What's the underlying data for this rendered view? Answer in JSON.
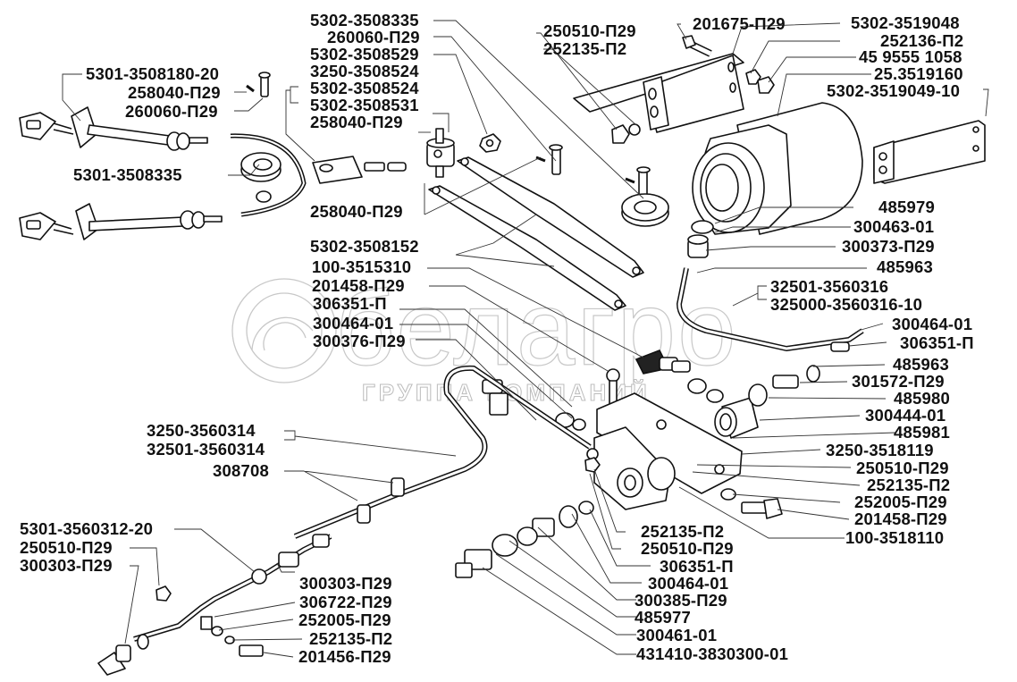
{
  "diagram": {
    "type": "exploded-parts-diagram",
    "watermark": {
      "brand": "белагро",
      "subtitle": "ГРУППА КОМПАНИЙ"
    },
    "labels": {
      "l01": "5301-3508180-20",
      "l02": "258040-П29",
      "l03": "260060-П29",
      "l04": "5301-3508335",
      "l05": "5302-3508335",
      "l06": "260060-П29",
      "l07": "5302-3508529",
      "l08": "3250-3508524",
      "l09": "5302-3508524",
      "l10": "5302-3508531",
      "l11": "258040-П29",
      "l12": "258040-П29",
      "l13": "5302-3508152",
      "l14": "100-3515310",
      "l15": "201458-П29",
      "l16": "306351-П",
      "l17": "300464-01",
      "l18": "300376-П29",
      "l19": "250510-П29",
      "l20": "252135-П2",
      "l21": "201675-П29",
      "l22": "5302-3519048",
      "l23": "252136-П2",
      "l24": "45 9555 1058",
      "l25": "25.3519160",
      "l26": "5302-3519049-10",
      "l27": "485979",
      "l28": "300463-01",
      "l29": "300373-П29",
      "l30": "485963",
      "l31": "32501-3560316",
      "l32": "325000-3560316-10",
      "l33": "300464-01",
      "l34": "306351-П",
      "l35": "485963",
      "l36": "301572-П29",
      "l37": "485980",
      "l38": "300444-01",
      "l39": "485981",
      "l40": "3250-3518119",
      "l41": "250510-П29",
      "l42": "252135-П2",
      "l43": "252005-П29",
      "l44": "201458-П29",
      "l45": "100-3518110",
      "l46": "3250-3560314",
      "l47": "32501-3560314",
      "l48": "308708",
      "l49": "5301-3560312-20",
      "l50": "250510-П29",
      "l51": "300303-П29",
      "l52": "300303-П29",
      "l53": "306722-П29",
      "l54": "252005-П29",
      "l55": "252135-П2",
      "l56": "201456-П29",
      "l57": "252135-П2",
      "l58": "250510-П29",
      "l59": "306351-П",
      "l60": "300464-01",
      "l61": "300385-П29",
      "l62": "485977",
      "l63": "300461-01",
      "l64": "431410-3830300-01"
    }
  }
}
